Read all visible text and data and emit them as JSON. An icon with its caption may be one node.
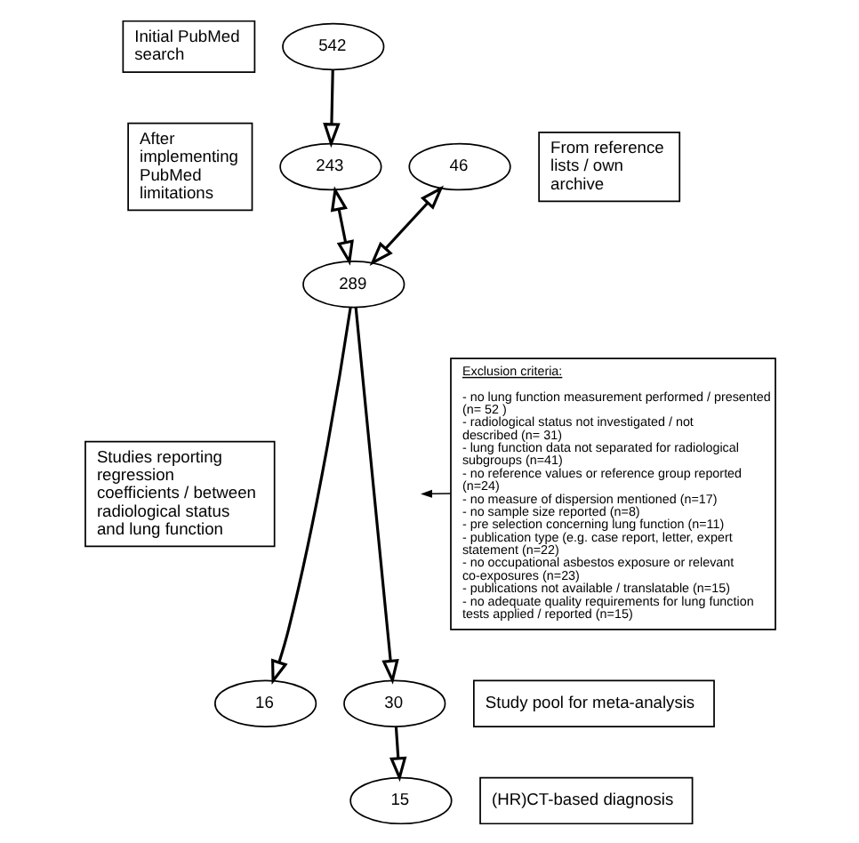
{
  "diagram": {
    "nodes": [
      {
        "text": [
          "Initial PubMed search"
        ]
      },
      {
        "text": [
          "542"
        ]
      },
      {
        "text": [
          "After implementing PubMed limitations"
        ]
      },
      {
        "text": [
          "243"
        ]
      },
      {
        "text": [
          "46"
        ]
      },
      {
        "text": [
          "From reference lists / own archive"
        ]
      },
      {
        "text": [
          "Exclusion criteria:",
          "- no lung function measurement performed / presented (n= 52 )",
          "- radiological status not investigated / not described (n= 31)",
          "- lung function data not separated for radiological subgroups (n=41)",
          "- no reference values or reference group reported (n=24)",
          "- no measure of dispersion mentioned (n=17)",
          "- no sample size reported (n=8)",
          "- pre selection concerning lung function (n=11)",
          "- publication type (e.g. case report, letter, expert statement (n=22)",
          "- no occupational asbestos exposure or relevant co-exposures (n=23)",
          "- publications not available / translatable (n=15)",
          "- no adequate quality requirements for lung function tests applied / reported (n=15)"
        ]
      },
      {
        "text": [
          "289"
        ]
      },
      {
        "text": [
          "Studies reporting regression coefficients / between radiological status and lung function"
        ]
      },
      {
        "text": [
          "16"
        ]
      },
      {
        "text": [
          "30"
        ]
      },
      {
        "text": [
          "Study pool for meta-analysis"
        ]
      },
      {
        "text": [
          "15"
        ]
      },
      {
        "text": [
          "(HR)CT-based diagnosis"
        ]
      }
    ],
    "edges": [
      {
        "from": 1,
        "to": 3,
        "arrow": "to"
      },
      {
        "from": 3,
        "to": 7,
        "arrow": "both"
      },
      {
        "from": 4,
        "to": 7,
        "arrow": "both"
      },
      {
        "from": 7,
        "to": 9,
        "arrow": "to"
      },
      {
        "from": 7,
        "to": 10,
        "arrow": "to"
      },
      {
        "from": 6,
        "to": null,
        "arrow": "to"
      },
      {
        "from": 10,
        "to": 12,
        "arrow": "to"
      }
    ]
  }
}
